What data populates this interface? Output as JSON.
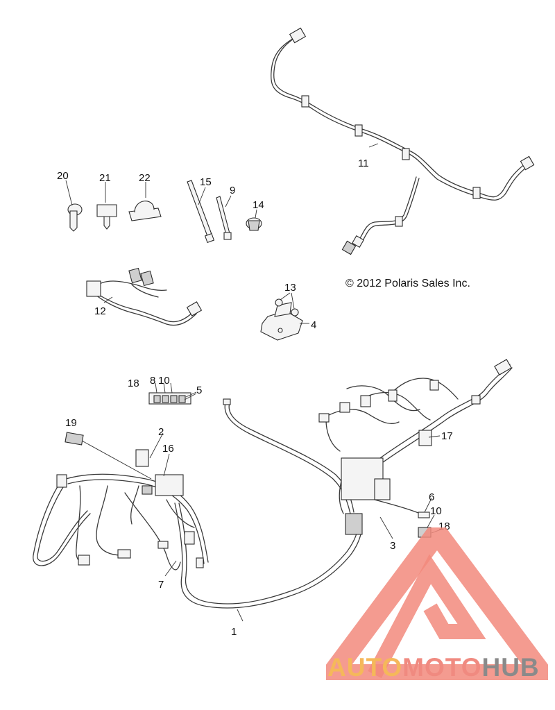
{
  "copyright": "© 2012 Polaris Sales Inc.",
  "callouts": [
    "1",
    "2",
    "3",
    "4",
    "5",
    "6",
    "7",
    "8",
    "9",
    "10",
    "10",
    "11",
    "12",
    "13",
    "14",
    "15",
    "16",
    "17",
    "18",
    "18",
    "19",
    "20",
    "21",
    "22"
  ],
  "watermark": {
    "part1": "AUTO",
    "part2": "MOTO",
    "part3": "HUB",
    "color1": "#f5b85a",
    "color2": "#f08a80",
    "color3": "#8a8a8a",
    "logo_color": "#f2897c"
  }
}
